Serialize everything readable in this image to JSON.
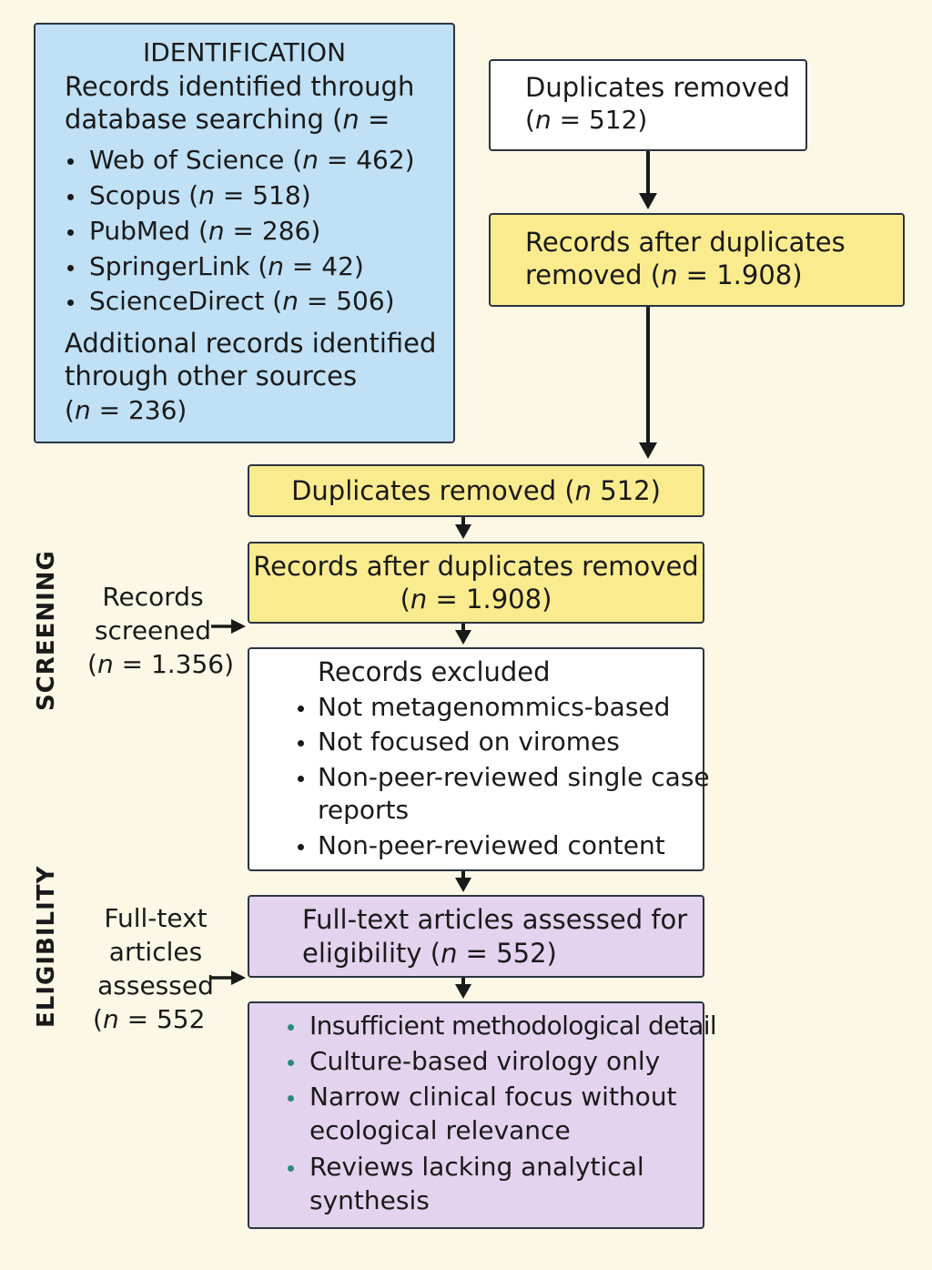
{
  "identification": {
    "heading": "IDENTIFICATION",
    "intro_line1": "Records identified through",
    "intro_line2": "database searching (",
    "intro_line2_tail": " =",
    "databases": [
      {
        "name": "Web of Science (",
        "tail": " = 462)"
      },
      {
        "name": "Scopus (",
        "tail": " = 518)"
      },
      {
        "name": "PubMed (",
        "tail": " = 286)"
      },
      {
        "name": "SpringerLink (",
        "tail": " = 42)"
      },
      {
        "name": "ScienceDirect (",
        "tail": " = 506)"
      }
    ],
    "additional_line1": "Additional records identified",
    "additional_line2": "through other sources",
    "additional_line3_tail": " = 236)"
  },
  "n_symbol": "n",
  "open_paren": "(",
  "top_duplicates": {
    "line1": "Duplicates removed",
    "line2_tail": " = 512)"
  },
  "top_after_duplicates": {
    "line1": "Records after duplicates",
    "line2_head": "removed (",
    "line2_tail": " = 1.908)"
  },
  "screening": {
    "stage_label": "SCREENING",
    "duplicates_head": "Duplicates removed (",
    "duplicates_tail": " 512)",
    "after_line1": "Records after duplicates removed",
    "after_line2_tail": " = 1.908)",
    "side_line1": "Records",
    "side_line2": "screened",
    "side_line3_tail": " = 1.356)",
    "excluded_title": "Records excluded",
    "excluded_items": [
      "Not metagenommics-based",
      "Not focused on viromes",
      "Non-peer-reviewed single case",
      "reports",
      "Non-peer-reviewed content"
    ]
  },
  "eligibility": {
    "stage_label": "ELIGIBILITY",
    "assessed_line1": "Full-text articles assessed for",
    "assessed_line2_head": "eligibility (",
    "assessed_line2_tail": " = 552)",
    "side_line1": "Full-text",
    "side_line2": "articles",
    "side_line3": "assessed",
    "side_line4_tail": " = 552",
    "reasons": [
      "Insufficient methodological detail",
      "Culture-based virology only",
      "Narrow clinical focus without",
      "ecological relevance",
      "Reviews lacking analytical",
      "synthesis"
    ]
  },
  "colors": {
    "background": "#fdf8e6",
    "identification_box": "#bfe0f5",
    "yellow_box": "#faeb8f",
    "purple_box": "#e4d3ee",
    "border": "#2b3440",
    "bullet_accent": "#2b8a7c"
  }
}
